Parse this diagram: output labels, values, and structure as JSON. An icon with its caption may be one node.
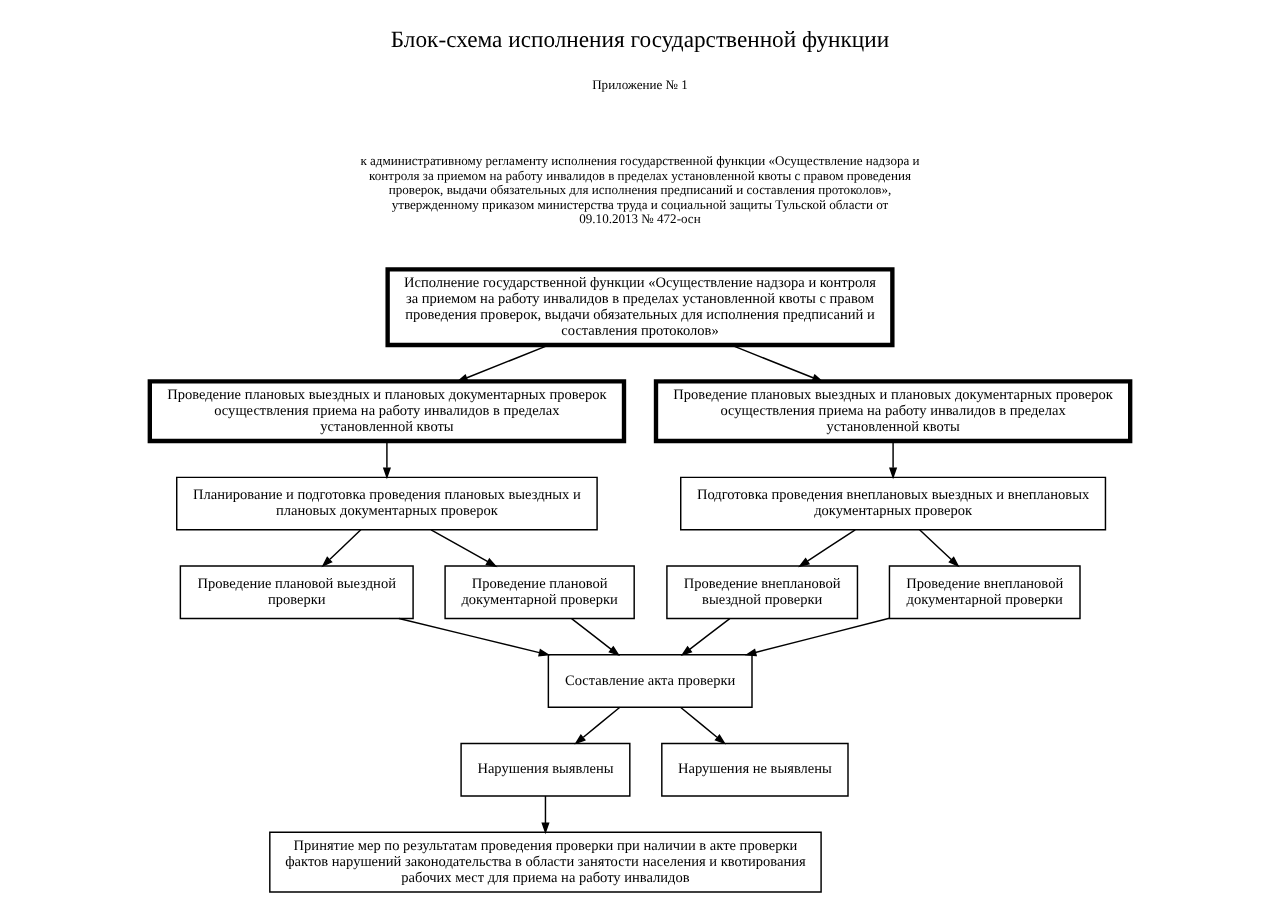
{
  "diagram": {
    "title": "Блок-схема исполнения государственной функции",
    "nodes": [
      {
        "text": [
          "Исполнение государственной функции «Осуществление надзора и контроля за приемом на работу инвалидов в пределах установленной квоты с правом проведения проверок, выдачи обязательных для исполнения предписаний и составления протоколов»"
        ]
      },
      {
        "text": [
          "Проведение плановых выездных и плановых документарных проверок осуществления приема на работу инвалидов в пределах установленной квоты"
        ]
      },
      {
        "text": [
          "Проведение плановых выездных и плановых документарных проверок осуществления приема на работу инвалидов в пределах установленной квоты"
        ]
      },
      {
        "text": [
          "Планирование и подготовка проведения плановых выездных и плановых документарных проверок"
        ]
      },
      {
        "text": [
          "Подготовка проведения внеплановых выездных и внеплановых документарных проверок"
        ]
      },
      {
        "text": [
          "Проведение плановой выездной проверки"
        ]
      },
      {
        "text": [
          "Проведение плановой документарной проверки"
        ]
      },
      {
        "text": [
          "Проведение внеплановой выездной проверки"
        ]
      },
      {
        "text": [
          "Проведение внеплановой документарной проверки"
        ]
      },
      {
        "text": [
          "Составление акта проверки"
        ]
      },
      {
        "text": [
          "Нарушения выявлены"
        ]
      },
      {
        "text": [
          "Нарушения не выявлены"
        ]
      },
      {
        "text": [
          "Принятие мер по результатам проведения проверки при наличии в акте проверки фактов нарушений законодательства в области занятости населения и квотирования рабочих мест для приема на работу инвалидов"
        ]
      }
    ],
    "edges": [
      {
        "from": 0,
        "to": 1,
        "arrow": "to"
      },
      {
        "from": 0,
        "to": 2,
        "arrow": "to"
      },
      {
        "from": 1,
        "to": 3,
        "arrow": "to"
      },
      {
        "from": 2,
        "to": 4,
        "arrow": "to"
      },
      {
        "from": 3,
        "to": 5,
        "arrow": "to"
      },
      {
        "from": 3,
        "to": 6,
        "arrow": "to"
      },
      {
        "from": 4,
        "to": 7,
        "arrow": "to"
      },
      {
        "from": 4,
        "to": 8,
        "arrow": "to"
      },
      {
        "from": 5,
        "to": 9,
        "arrow": "to"
      },
      {
        "from": 6,
        "to": 9,
        "arrow": "to"
      },
      {
        "from": 7,
        "to": 9,
        "arrow": "to"
      },
      {
        "from": 8,
        "to": 9,
        "arrow": "to"
      },
      {
        "from": 9,
        "to": 10,
        "arrow": "to"
      },
      {
        "from": 9,
        "to": 11,
        "arrow": "to"
      },
      {
        "from": 10,
        "to": 12,
        "arrow": "to"
      }
    ],
    "labels": [
      "Приложение № 1",
      "к административному регламенту исполнения государственной функции «Осуществление надзора и контроля за приемом на работу инвалидов в пределах установленной квоты с правом проведения проверок, выдачи обязательных для исполнения предписаний и составления протоколов», утвержденному приказом министерства труда и социальной защиты Тульской области от 09.10.2013 № 472-осн"
    ]
  }
}
